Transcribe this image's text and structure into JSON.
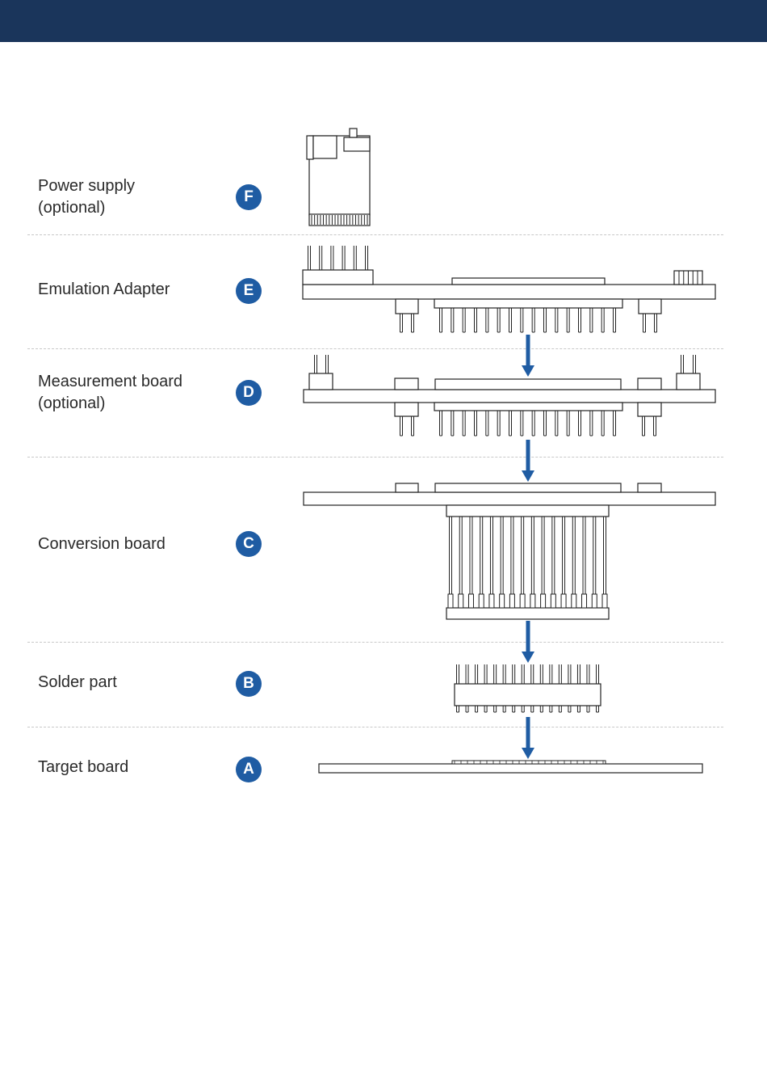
{
  "colors": {
    "band": "#1a355b",
    "accent": "#1f5ca3",
    "line": "#222222"
  },
  "layers": [
    {
      "id": "F",
      "letter": "F",
      "label": "Power supply\n(optional)"
    },
    {
      "id": "E",
      "letter": "E",
      "label": "Emulation Adapter"
    },
    {
      "id": "D",
      "letter": "D",
      "label": "Measurement board\n(optional)"
    },
    {
      "id": "C",
      "letter": "C",
      "label": "Conversion board"
    },
    {
      "id": "B",
      "letter": "B",
      "label": "Solder part"
    },
    {
      "id": "A",
      "letter": "A",
      "label": "Target board"
    }
  ]
}
